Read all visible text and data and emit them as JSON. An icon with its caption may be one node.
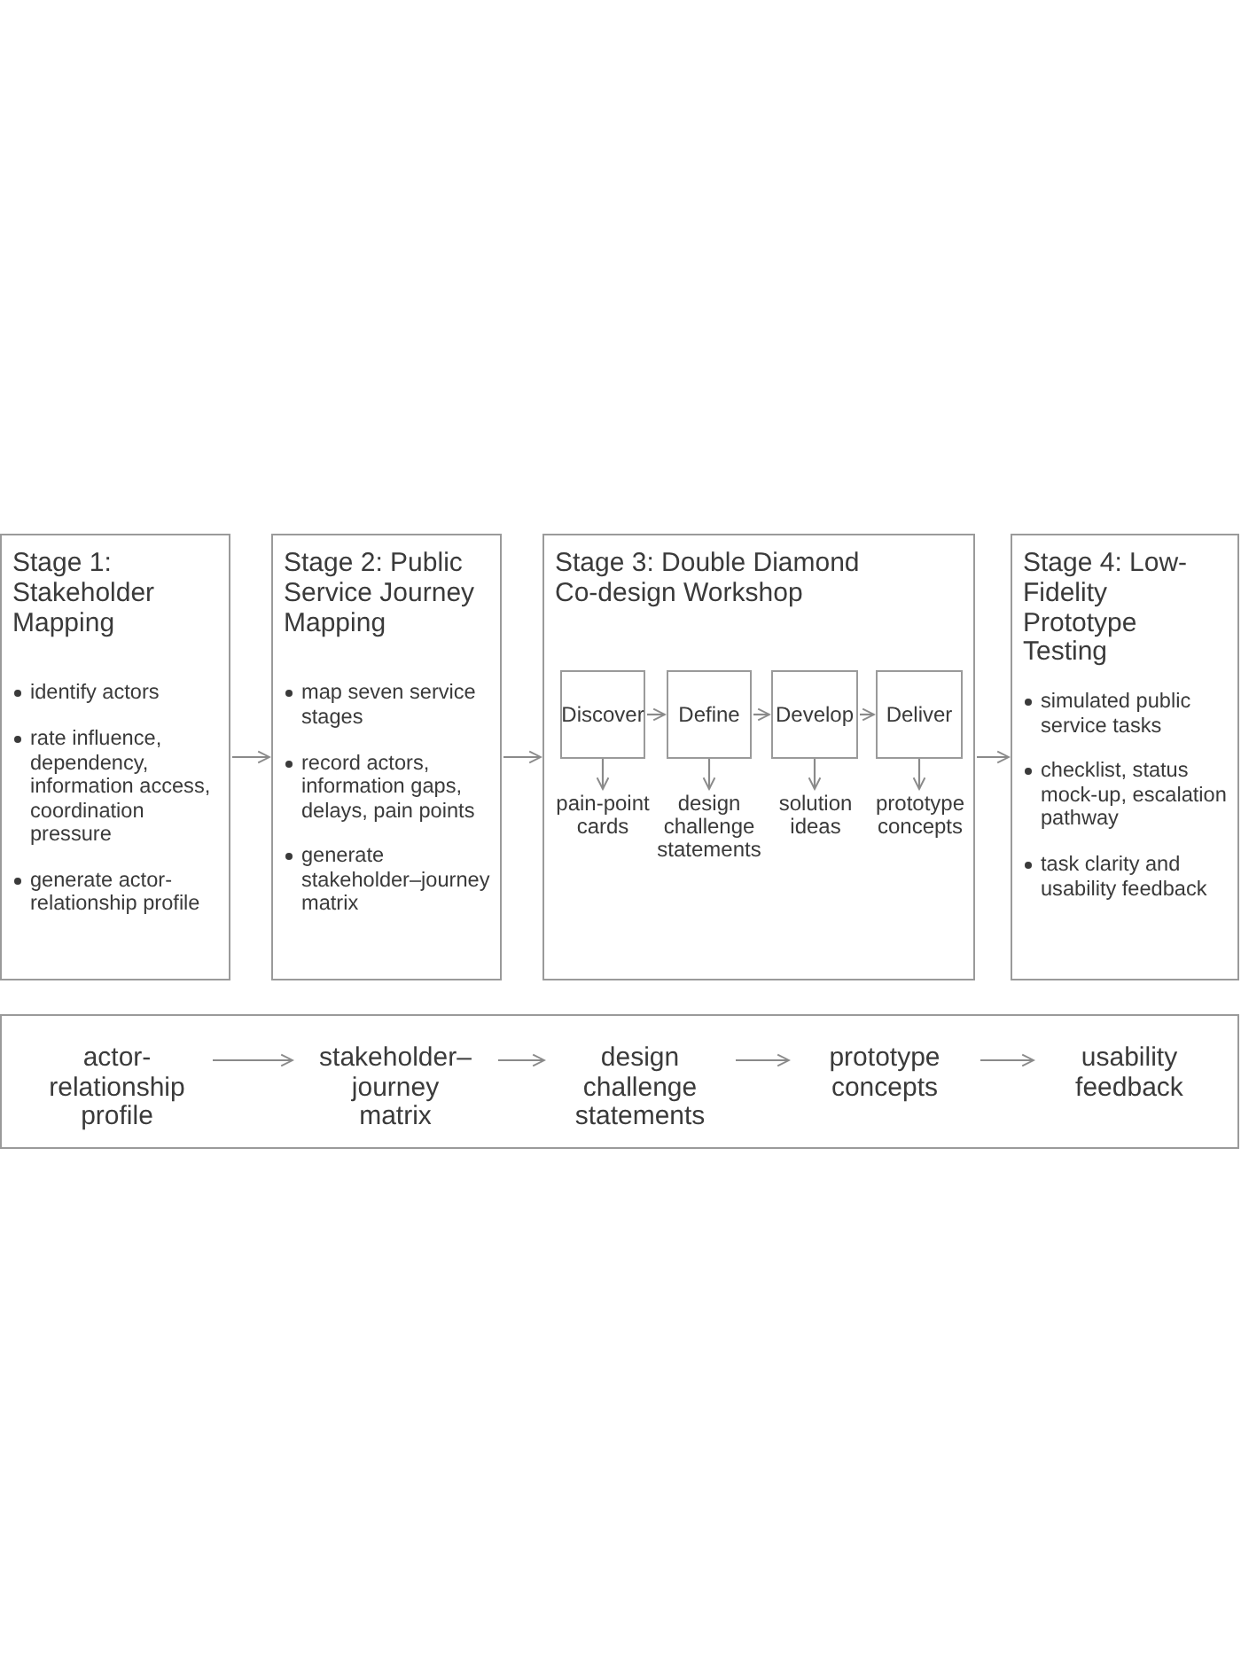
{
  "diagram": {
    "nodes": [
      {
        "text": [
          "Stage 1: Stakeholder Mapping",
          "identify actors",
          "rate influence, dependency, information access, coordination pressure",
          "generate actor-relationship profile"
        ]
      },
      {
        "text": [
          "Stage 2: Public Service Journey Mapping",
          "map seven service stages",
          "record actors, information gaps, delays, pain points",
          "generate stakeholder–journey matrix"
        ]
      },
      {
        "text": [
          "Stage 3: Double Diamond Co-design Workshop"
        ]
      },
      {
        "text": [
          "Discover"
        ],
        "in": 2
      },
      {
        "text": [
          "Define"
        ],
        "in": 2
      },
      {
        "text": [
          "Develop"
        ],
        "in": 2
      },
      {
        "text": [
          "Deliver"
        ],
        "in": 2
      },
      {
        "text": [
          "pain-point cards"
        ],
        "in": 2
      },
      {
        "text": [
          "design challenge statements"
        ],
        "in": 2
      },
      {
        "text": [
          "solution ideas"
        ],
        "in": 2
      },
      {
        "text": [
          "prototype concepts"
        ],
        "in": 2
      },
      {
        "text": [
          "Stage 4: Low-Fidelity Prototype Testing",
          "simulated public service tasks",
          "checklist, status mock-up, escalation pathway",
          "task clarity and usability feedback"
        ]
      },
      {
        "text": [],
        "shape": "box"
      },
      {
        "text": [
          "actor-relationship profile"
        ],
        "in": 12
      },
      {
        "text": [
          "stakeholder–journey matrix"
        ],
        "in": 12
      },
      {
        "text": [
          "design challenge statements"
        ],
        "in": 12
      },
      {
        "text": [
          "prototype concepts"
        ],
        "in": 12
      },
      {
        "text": [
          "usability feedback"
        ],
        "in": 12
      }
    ],
    "edges": [
      {
        "from": 0,
        "to": 1,
        "arrow": "to"
      },
      {
        "from": 1,
        "to": 2,
        "arrow": "to"
      },
      {
        "from": 2,
        "to": 11,
        "arrow": "to"
      },
      {
        "from": 3,
        "to": 4,
        "arrow": "to"
      },
      {
        "from": 4,
        "to": 5,
        "arrow": "to"
      },
      {
        "from": 5,
        "to": 6,
        "arrow": "to"
      },
      {
        "from": 3,
        "to": 7,
        "arrow": "to"
      },
      {
        "from": 4,
        "to": 8,
        "arrow": "to"
      },
      {
        "from": 5,
        "to": 9,
        "arrow": "to"
      },
      {
        "from": 6,
        "to": 10,
        "arrow": "to"
      },
      {
        "from": 13,
        "to": 14,
        "arrow": "to"
      },
      {
        "from": 14,
        "to": 15,
        "arrow": "to"
      },
      {
        "from": 15,
        "to": 16,
        "arrow": "to"
      },
      {
        "from": 16,
        "to": 17,
        "arrow": "to"
      }
    ]
  }
}
